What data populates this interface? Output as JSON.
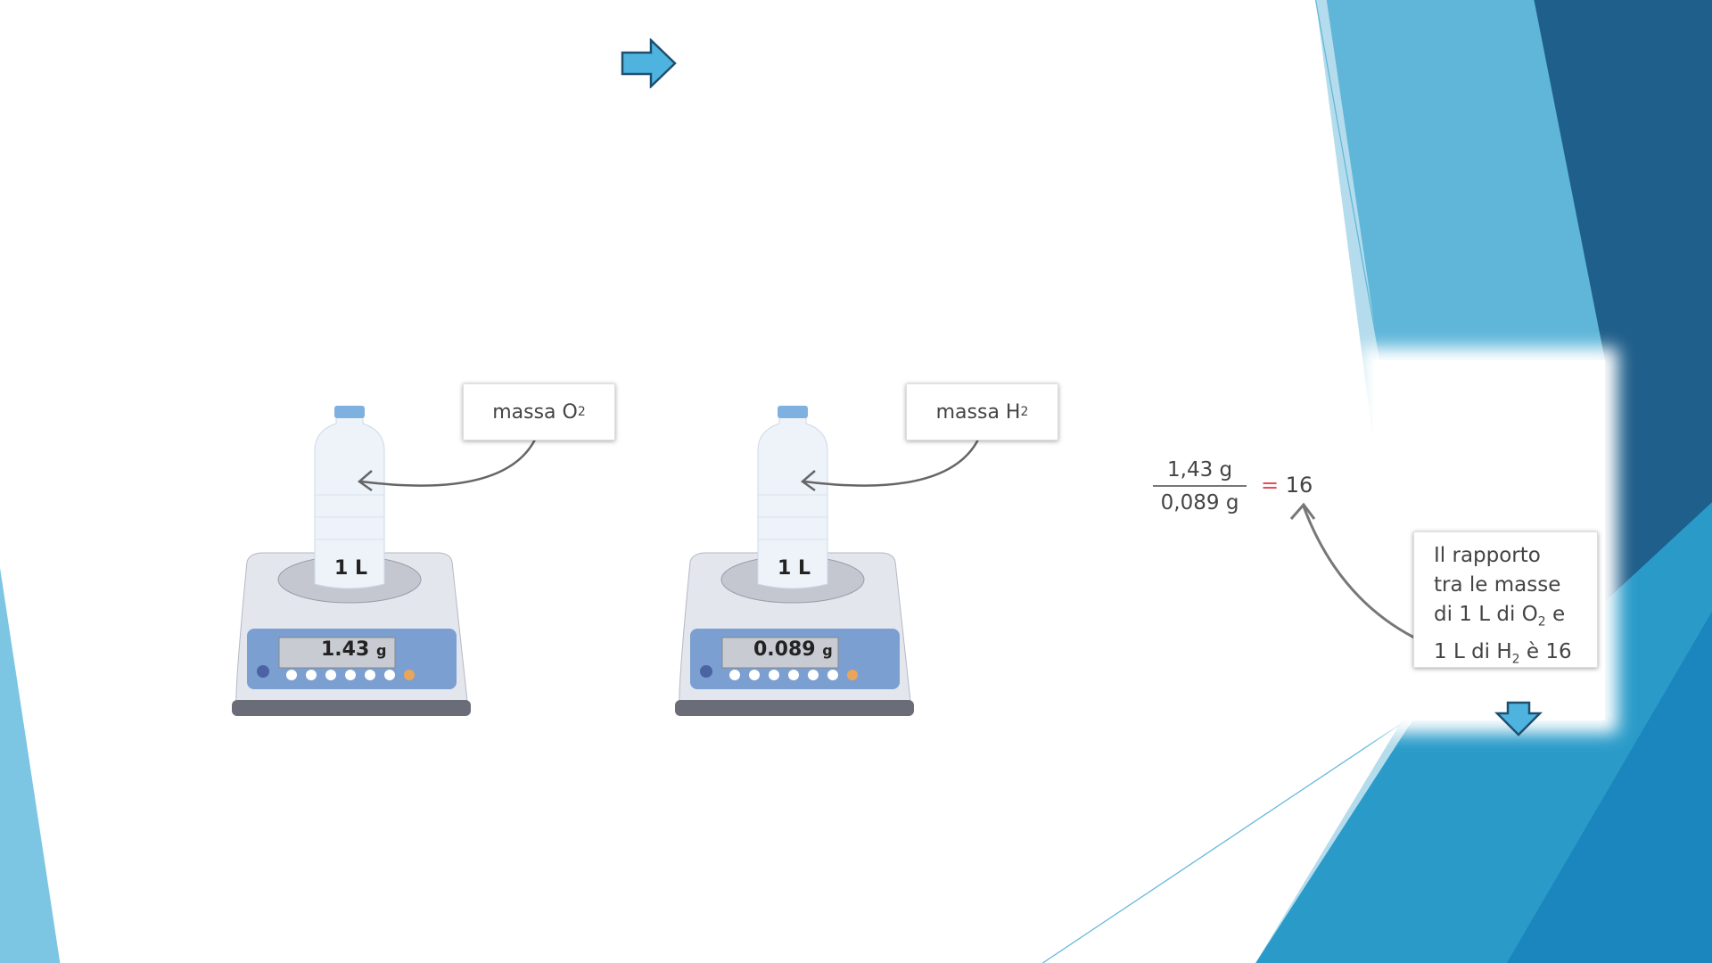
{
  "colors": {
    "dark_blue": "#1f5f8b",
    "mid_blue": "#2a9bc9",
    "light_blue": "#5fb6d9",
    "pale_blue": "#b4dcec",
    "arrow_fill": "#4fb3e0"
  },
  "nav": {
    "next_arrow_icon": "right-arrow-icon",
    "down_arrow_icon": "down-arrow-icon"
  },
  "scales": [
    {
      "label": "massa O",
      "label_sub": "2",
      "volume": "1 L",
      "reading": "1.43",
      "unit": "g"
    },
    {
      "label": "massa H",
      "label_sub": "2",
      "volume": "1 L",
      "reading": "0.089",
      "unit": "g"
    }
  ],
  "equation": {
    "numerator": "1,43 g",
    "denominator": "0,089 g",
    "equals": "=",
    "result": "16"
  },
  "callout": {
    "line1": "Il rapporto",
    "line2": "tra le masse",
    "line3_a": "di 1 L di O",
    "line3_sub": "2",
    "line3_b": " e",
    "line4_a": "1 L di H",
    "line4_sub": "2",
    "line4_b": " è 16"
  }
}
